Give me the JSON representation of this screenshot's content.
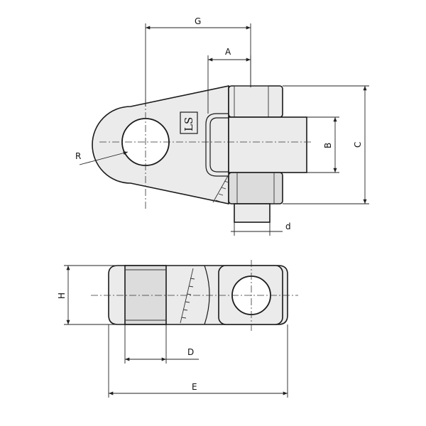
{
  "drawing": {
    "logo": "LS",
    "dimensions": {
      "A": "A",
      "B": "B",
      "C": "C",
      "D": "D",
      "E": "E",
      "G": "G",
      "H": "H",
      "R": "R",
      "d": "d"
    }
  }
}
